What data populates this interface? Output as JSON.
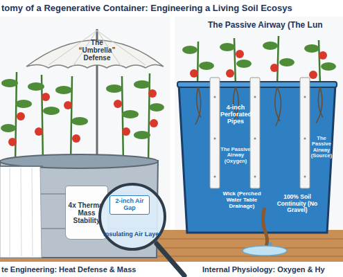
{
  "diagram": {
    "title": "tomy of a Regenerative Container: Engineering a Living Soil Ecosys",
    "nodes": [
      {
        "text": [
          "4x Thermal Mass Stability"
        ]
      },
      {
        "text": [
          "Insulating Air Layer"
        ]
      },
      {
        "text": [
          "2-inch Air Gap"
        ],
        "in": 1
      }
    ],
    "labels": [
      "The “Umbrella” Defense",
      "The Passive Airway (The Lun",
      "4-inch Perforated Pipes",
      "The Passive Airway (Oxygen)",
      "The Passive Airway (Source)",
      "Wick (Perched Water Table Drainage)",
      "100% Soil Continuity (No Gravel)",
      "te Engineering: Heat Defense & Mass",
      "Internal Physiology: Oxygen & Hy"
    ]
  }
}
